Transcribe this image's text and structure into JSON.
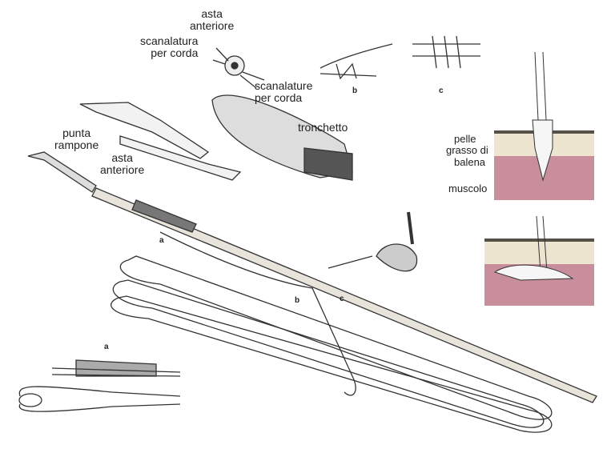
{
  "labels": {
    "front_shaft_top": [
      "asta",
      "anteriore"
    ],
    "line_groove_single": [
      "scanalatura",
      "per corda"
    ],
    "line_grooves": [
      "scanalature",
      "per corda"
    ],
    "float": "tronchetto",
    "harpoon_head": [
      "punta",
      "rampone"
    ],
    "front_shaft": [
      "asta",
      "anteriore"
    ],
    "detail_a": "a",
    "detail_b": "b",
    "detail_c": "c",
    "inset_a": "a",
    "inset_b": "b",
    "inset_c": "c",
    "skin": "pelle",
    "blubber": [
      "grasso di",
      "balena"
    ],
    "muscle": "muscolo"
  },
  "colors": {
    "blubber": "#ede5cf",
    "muscle": "#c98e9c",
    "skin": "#555048",
    "ink": "#333333"
  }
}
